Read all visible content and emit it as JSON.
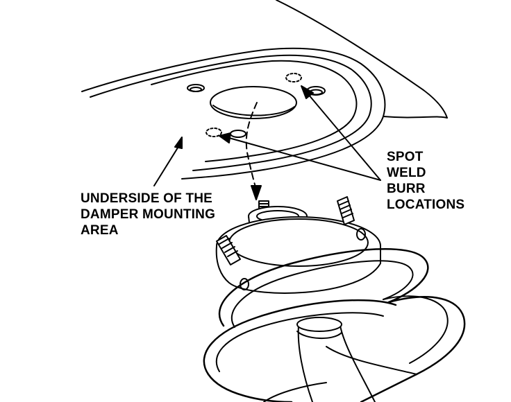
{
  "labels": {
    "underside": [
      "UNDERSIDE OF THE",
      "DAMPER MOUNTING",
      "AREA"
    ],
    "spot_weld": [
      "SPOT",
      "WELD",
      "BURR",
      "LOCATIONS"
    ]
  },
  "colors": {
    "ink": "#000000",
    "paper": "#ffffff"
  }
}
